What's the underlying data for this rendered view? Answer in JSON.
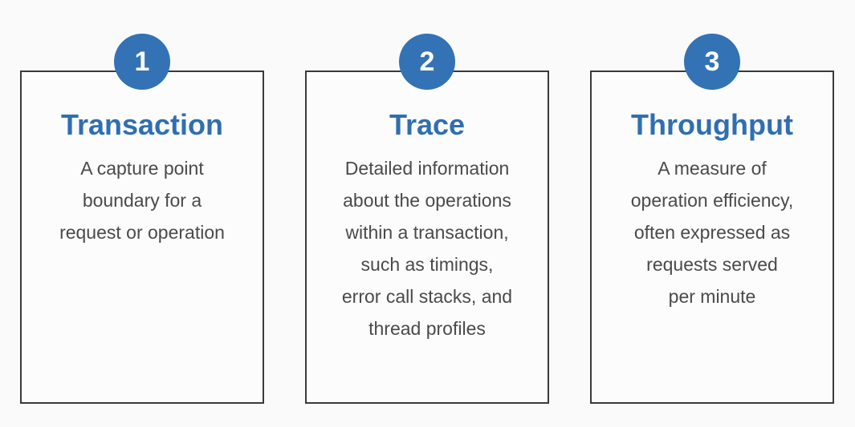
{
  "colors": {
    "accent": "#3372b5",
    "title": "#2f6fb0",
    "text": "#4a4a4a",
    "border": "#3a3a3a"
  },
  "cards": [
    {
      "number": "1",
      "title": "Transaction",
      "lines": [
        "A capture point",
        "boundary for a",
        "request or operation"
      ]
    },
    {
      "number": "2",
      "title": "Trace",
      "lines": [
        "Detailed information",
        "about the operations",
        "within a transaction,",
        "such as timings,",
        "error call stacks, and",
        "thread profiles"
      ]
    },
    {
      "number": "3",
      "title": "Throughput",
      "lines": [
        "A measure of",
        "operation efficiency,",
        "often expressed as",
        "requests served",
        "per minute"
      ]
    }
  ]
}
